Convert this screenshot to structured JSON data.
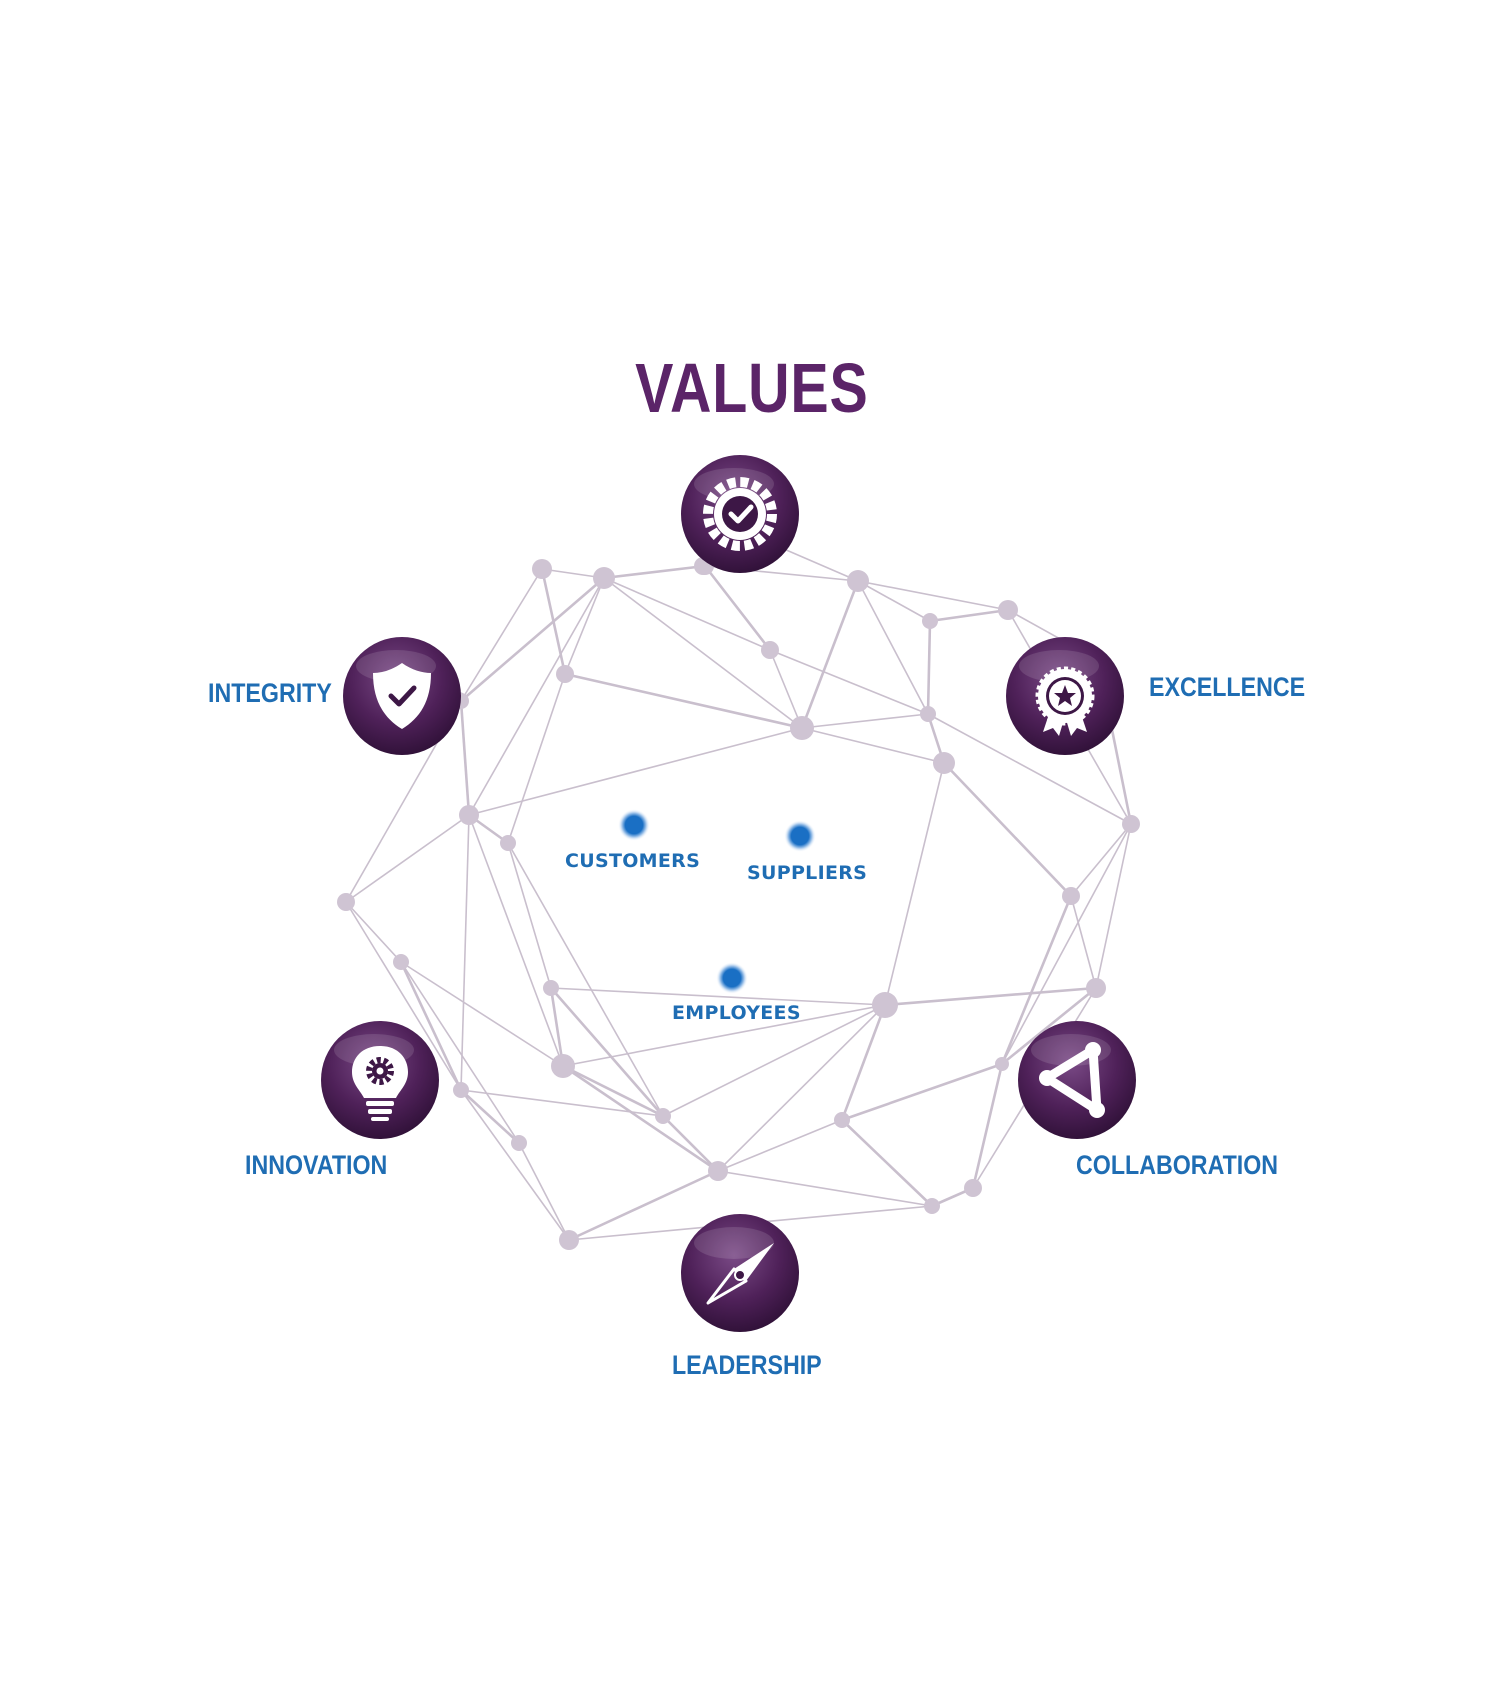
{
  "title": "VALUES",
  "colors": {
    "title": "#5b2468",
    "label": "#1f6db3",
    "node_dark": "#3d1746",
    "node_light": "#7a4a86",
    "network_line": "#c9bfcd",
    "network_dot": "#cfc4d3",
    "stakeholder_dot": "#1a6fc4"
  },
  "values": [
    {
      "label": "",
      "icon": "gear-check-icon"
    },
    {
      "label": "INTEGRITY",
      "icon": "shield-check-icon"
    },
    {
      "label": "EXCELLENCE",
      "icon": "award-ribbon-icon"
    },
    {
      "label": "INNOVATION",
      "icon": "lightbulb-gear-icon"
    },
    {
      "label": "COLLABORATION",
      "icon": "triangle-network-icon"
    },
    {
      "label": "LEADERSHIP",
      "icon": "compass-icon"
    }
  ],
  "stakeholders": [
    "CUSTOMERS",
    "SUPPLIERS",
    "EMPLOYEES"
  ]
}
